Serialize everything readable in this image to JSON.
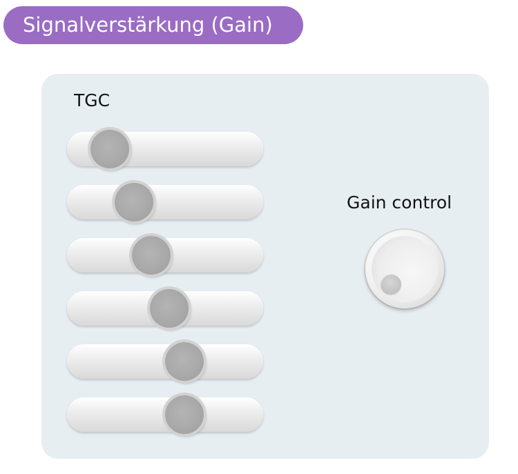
{
  "header": {
    "title": "Signalverstärkung (Gain)",
    "title_bg": "#9a6cc4"
  },
  "tgc": {
    "label": "TGC",
    "sliders": [
      {
        "name": "tgc-slider-1",
        "value": 0.22
      },
      {
        "name": "tgc-slider-2",
        "value": 0.34
      },
      {
        "name": "tgc-slider-3",
        "value": 0.43
      },
      {
        "name": "tgc-slider-4",
        "value": 0.52
      },
      {
        "name": "tgc-slider-5",
        "value": 0.6
      },
      {
        "name": "tgc-slider-6",
        "value": 0.6
      }
    ]
  },
  "gain": {
    "label": "Gain control",
    "dial_icon": "rotary-knob-icon"
  }
}
